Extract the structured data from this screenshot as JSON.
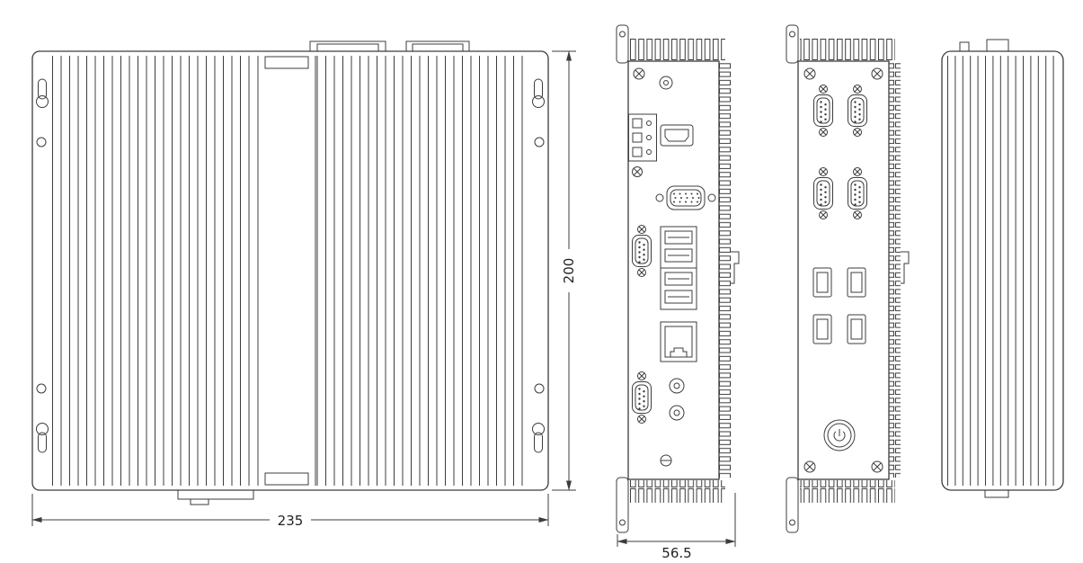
{
  "page": {
    "background": "#ffffff"
  },
  "drawing": {
    "type": "technical-dimension-drawing",
    "subject": "fanless-embedded-box-pc",
    "line_color": "#3c3c3c",
    "views": {
      "top_view": {
        "width_mm": "235",
        "height_mm": "200",
        "features": [
          "heatsink-fins",
          "mounting-keyhole-slots",
          "screw-holes",
          "center-channel"
        ]
      },
      "front_panel_view": {
        "depth_mm": "56.5",
        "ports": [
          "screw",
          "pilot-hole",
          "power-terminal-block",
          "hdmi-port",
          "vga-port",
          "db9-serial-port",
          "usb-quad-stack",
          "ethernet-rj45-port",
          "db9-serial-port",
          "audio-jack",
          "audio-jack",
          "screw"
        ]
      },
      "rear_panel_view": {
        "ports": [
          "corner-screws",
          "db9-serial-port-x4",
          "usb-port-x4",
          "power-button"
        ]
      },
      "side_view": {
        "features": [
          "heatsink-fins",
          "top-connector-bumps",
          "bottom-bump"
        ]
      }
    }
  }
}
